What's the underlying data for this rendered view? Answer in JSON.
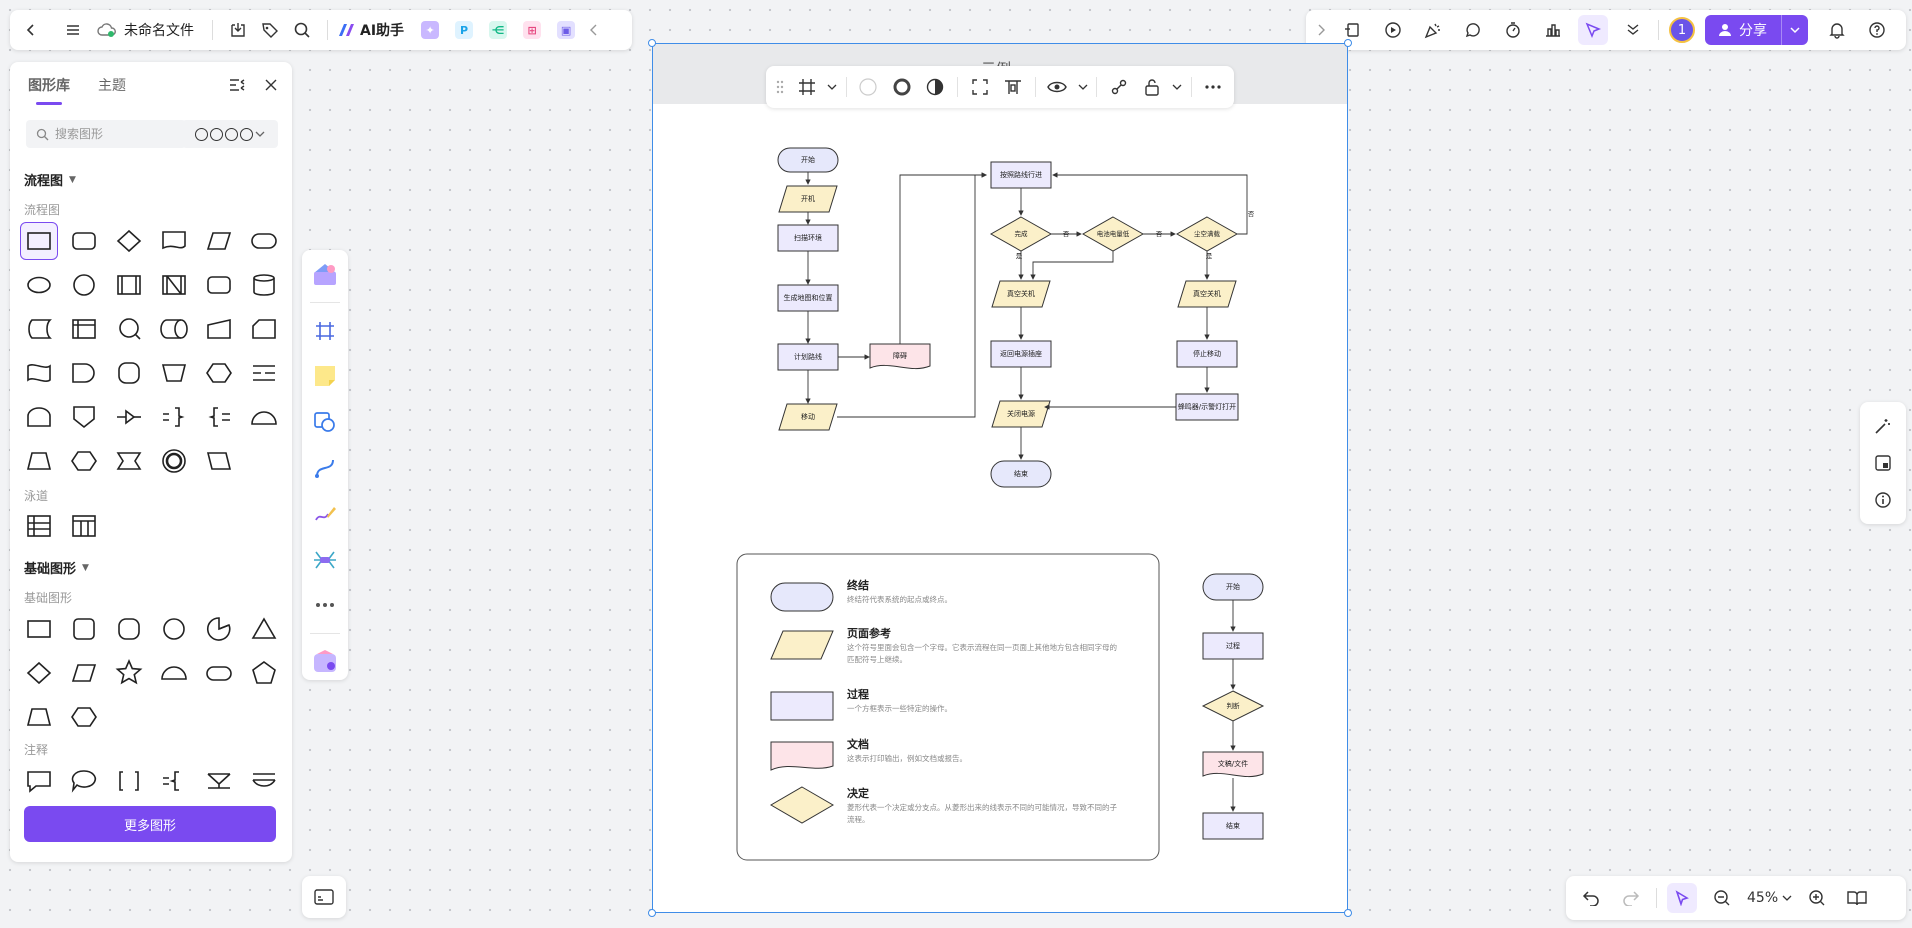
{
  "toolbar": {
    "filename": "未命名文件",
    "ai_label": "AI助手"
  },
  "topright": {
    "collab_count": "1",
    "share_label": "分享"
  },
  "panel": {
    "tab_library": "图形库",
    "tab_theme": "主题",
    "search_placeholder": "搜索图形",
    "sec_flow": "流程图",
    "sub_flow": "流程图",
    "sub_swim": "泳道",
    "sec_basic": "基础图形",
    "sub_basic": "基础图形",
    "sub_note": "注释",
    "more_label": "更多图形"
  },
  "canvas": {
    "frame_title": "示例",
    "flow": {
      "start": "开始",
      "poweron": "开机",
      "scan": "扫描环境",
      "map": "生成地图和位置",
      "plan": "计划路线",
      "obstacle": "障碍",
      "move": "移动",
      "follow": "按照路线行进",
      "done": "完成",
      "low_battery": "电池电量低",
      "tank_empty": "尘空满载",
      "vac_off1": "真空关机",
      "return": "返回电源插座",
      "poweroff": "关闭电源",
      "end": "结束",
      "vac_off2": "真空关机",
      "stop": "停止移动",
      "alert": "蜂鸣器/示警灯打开",
      "no": "否",
      "yes": "是"
    },
    "legend": {
      "items": [
        {
          "title": "终结",
          "desc": "终结符代表系统的起点或终点。"
        },
        {
          "title": "页面参考",
          "desc": "这个符号里面会包含一个字母。它表示流程在同一页面上其他地方包含相同字母的匹配符号上继续。"
        },
        {
          "title": "过程",
          "desc": "一个方框表示一些特定的操作。"
        },
        {
          "title": "文档",
          "desc": "这表示打印输出，例如文档或报告。"
        },
        {
          "title": "决定",
          "desc": "菱形代表一个决定或分支点。从菱形出来的线表示不同的可能情况，导致不同的子流程。"
        }
      ]
    },
    "mini": {
      "start": "开始",
      "process": "过程",
      "decision": "判断",
      "doc": "文稿/文件",
      "end": "结束"
    }
  },
  "zoom": {
    "value": "45%"
  },
  "colors": {
    "accent": "#7a4af0",
    "frame": "#3f8de8",
    "terminal": "#e6e8fb",
    "page_ref": "#fbf0c9",
    "process": "#eceafd",
    "document": "#fde4e8"
  }
}
